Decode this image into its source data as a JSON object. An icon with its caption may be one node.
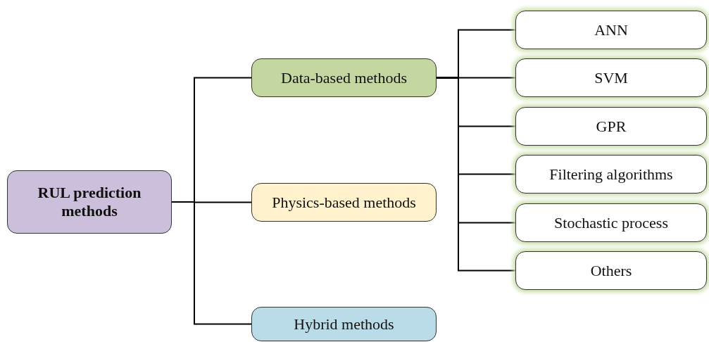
{
  "diagram": {
    "nodes": [
      {
        "text": [
          "RUL prediction methods"
        ]
      },
      {
        "text": [
          "Data-based methods"
        ]
      },
      {
        "text": [
          "Physics-based methods"
        ]
      },
      {
        "text": [
          "Hybrid methods"
        ]
      },
      {
        "text": [
          "ANN"
        ]
      },
      {
        "text": [
          "SVM"
        ]
      },
      {
        "text": [
          "GPR"
        ]
      },
      {
        "text": [
          "Filtering algorithms"
        ]
      },
      {
        "text": [
          "Stochastic process"
        ]
      },
      {
        "text": [
          "Others"
        ]
      }
    ],
    "edges": [
      {
        "from": 0,
        "to": 1,
        "arrow": "none"
      },
      {
        "from": 0,
        "to": 2,
        "arrow": "none"
      },
      {
        "from": 0,
        "to": 3,
        "arrow": "none"
      },
      {
        "from": 1,
        "to": 4,
        "arrow": "none"
      },
      {
        "from": 1,
        "to": 5,
        "arrow": "none"
      },
      {
        "from": 1,
        "to": 6,
        "arrow": "none"
      },
      {
        "from": 1,
        "to": 7,
        "arrow": "none"
      },
      {
        "from": 1,
        "to": 8,
        "arrow": "none"
      },
      {
        "from": 1,
        "to": 9,
        "arrow": "none"
      }
    ]
  }
}
